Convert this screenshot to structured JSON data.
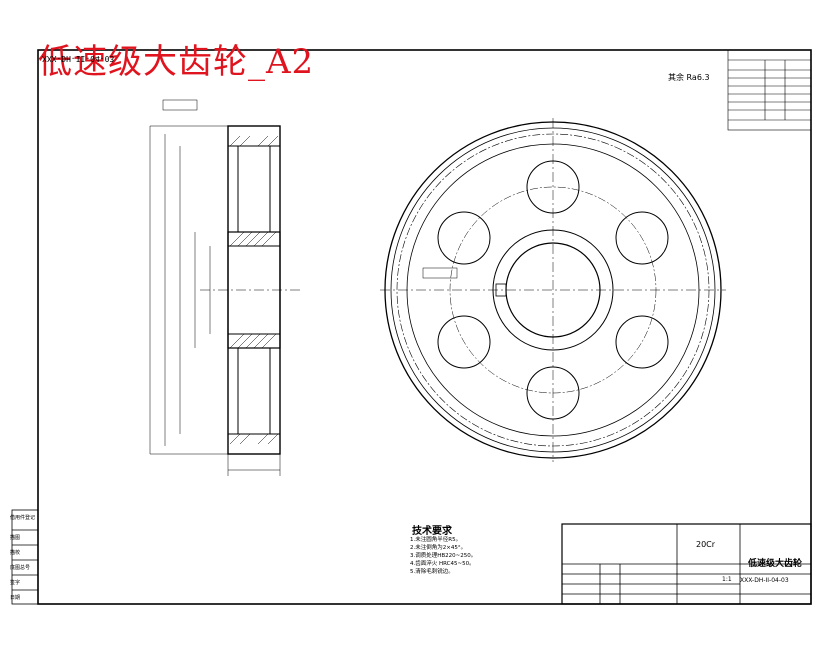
{
  "overlay_title": "低速级大齿轮_A2",
  "mirror_text": "XXX-DH-II-04-03",
  "roughness": "其余 Ra6.3",
  "tech_req": {
    "title": "技术要求",
    "items": [
      "1.未注圆角半径R5。",
      "2.未注倒角为2×45°。",
      "3.调质处理HB220~250。",
      "4.齿面淬火 HRC45~50。",
      "5.清除毛刺锐边。"
    ]
  },
  "title_block": {
    "material": "20Cr",
    "part_name": "低速级大齿轮",
    "drawing_no": "XXX-DH-II-04-03",
    "scale": "1:1"
  },
  "left_labels": [
    "借用件登记",
    "描图",
    "描校",
    "底图总号",
    "签字",
    "日期"
  ]
}
